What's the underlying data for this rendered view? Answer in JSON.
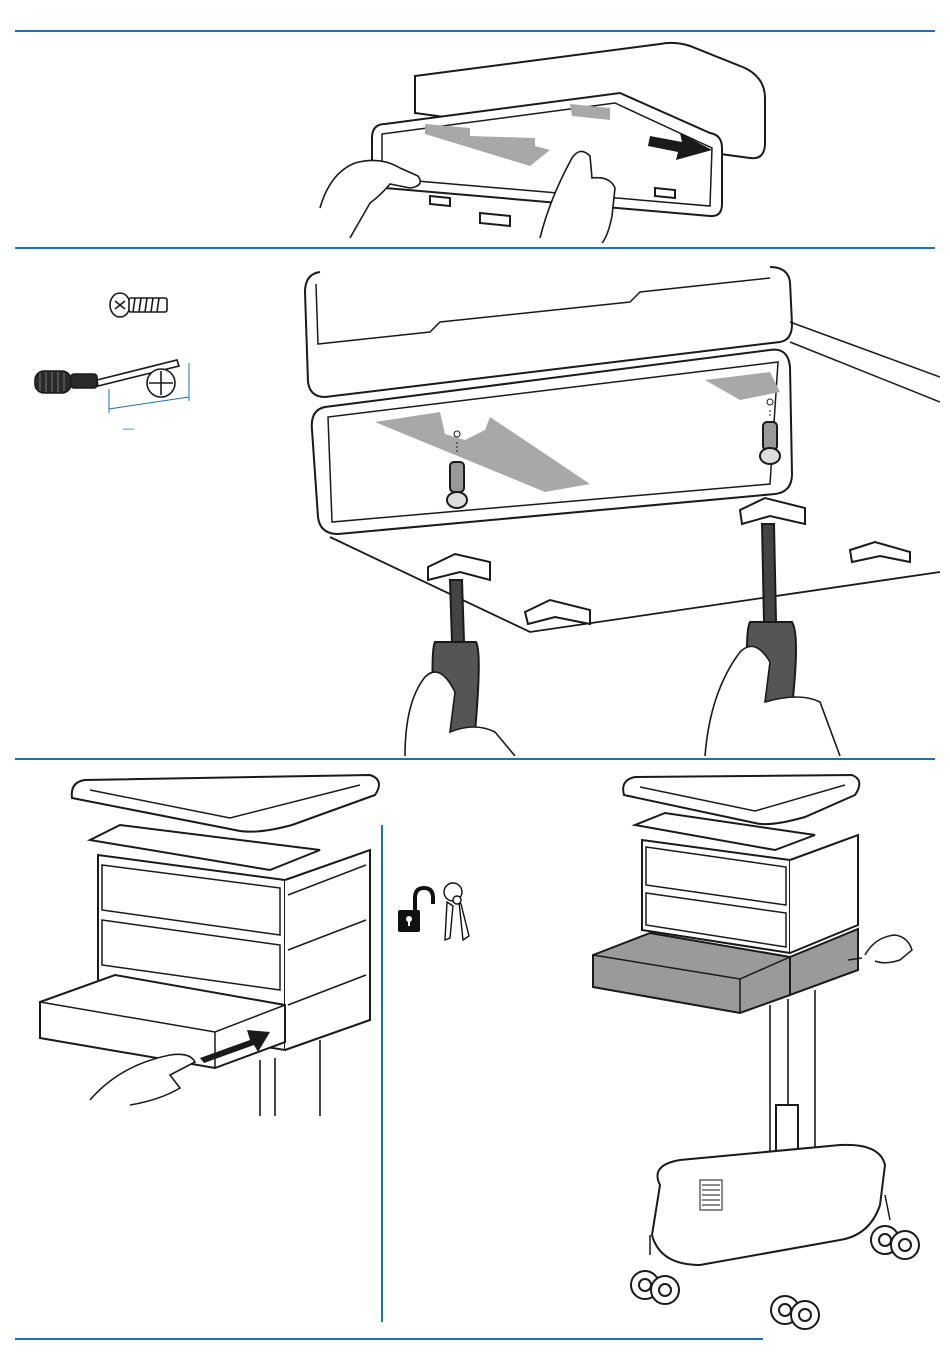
{
  "steps": [
    {
      "id": "slide-drawer-out",
      "direction_arrow": "right"
    },
    {
      "id": "install-screws",
      "tools": [
        "screw-icon",
        "phillips-screwdriver-icon"
      ],
      "dimension_label": "—"
    },
    {
      "id": "insert-drawer-and-lock",
      "direction_arrow": "right",
      "status_icons": [
        "unlocked-padlock-icon",
        "keys-icon"
      ]
    }
  ],
  "colors": {
    "rule": "#1f6fb2",
    "line": "#1a1a1a",
    "shade": "#a8a8a8",
    "drawer_shade": "#9a9a9a"
  }
}
